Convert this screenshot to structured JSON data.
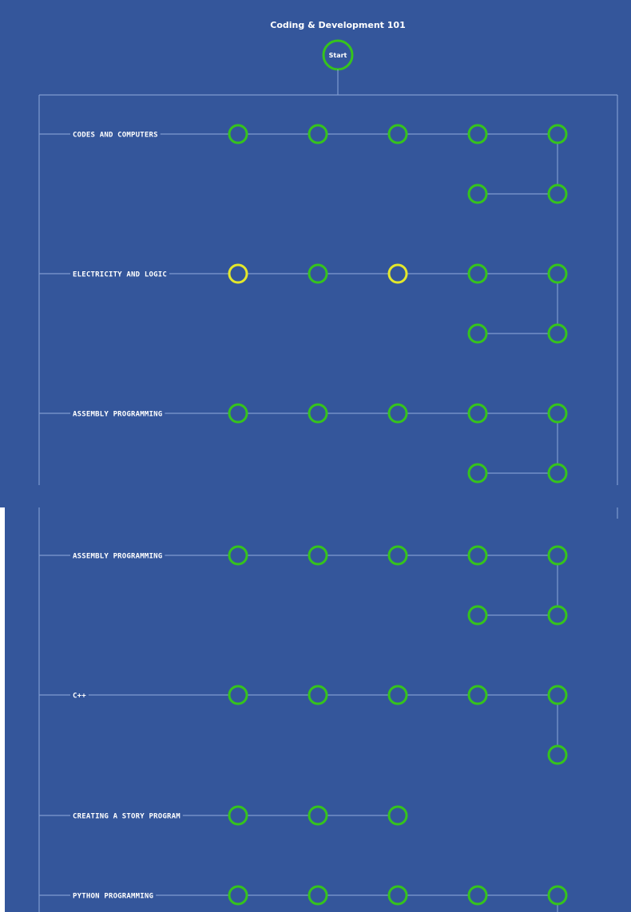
{
  "title": "Coding & Development 101",
  "start_label": "Start",
  "colors": {
    "background": "#34569b",
    "line": "#7f9bd0",
    "node_complete": "#36c41c",
    "node_current": "#e3e82a",
    "text": "#ffffff",
    "page_white": "#ffffff"
  },
  "sections": [
    {
      "name": "CODES AND COMPUTERS",
      "rows": [
        {
          "nodes": [
            "complete",
            "complete",
            "complete",
            "complete",
            "complete"
          ]
        },
        {
          "nodes": [
            "",
            "",
            "",
            "complete",
            "complete"
          ]
        }
      ]
    },
    {
      "name": "ELECTRICITY AND LOGIC",
      "rows": [
        {
          "nodes": [
            "current",
            "complete",
            "current",
            "complete",
            "complete"
          ]
        },
        {
          "nodes": [
            "",
            "",
            "",
            "complete",
            "complete"
          ]
        }
      ]
    },
    {
      "name": "ASSEMBLY PROGRAMMING",
      "rows": [
        {
          "nodes": [
            "complete",
            "complete",
            "complete",
            "complete",
            "complete"
          ]
        },
        {
          "nodes": [
            "",
            "",
            "",
            "complete",
            "complete"
          ]
        }
      ]
    },
    {
      "name": "ASSEMBLY PROGRAMMING",
      "rows": [
        {
          "nodes": [
            "complete",
            "complete",
            "complete",
            "complete",
            "complete"
          ]
        },
        {
          "nodes": [
            "",
            "",
            "",
            "complete",
            "complete"
          ]
        }
      ]
    },
    {
      "name": "C++",
      "rows": [
        {
          "nodes": [
            "complete",
            "complete",
            "complete",
            "complete",
            "complete"
          ]
        },
        {
          "nodes": [
            "",
            "",
            "",
            "",
            "complete"
          ]
        }
      ]
    },
    {
      "name": "CREATING A STORY PROGRAM",
      "rows": [
        {
          "nodes": [
            "complete",
            "complete",
            "complete",
            "",
            ""
          ]
        }
      ]
    },
    {
      "name": "PYTHON PROGRAMMING",
      "rows": [
        {
          "nodes": [
            "complete",
            "complete",
            "complete",
            "complete",
            "complete"
          ]
        }
      ]
    }
  ]
}
